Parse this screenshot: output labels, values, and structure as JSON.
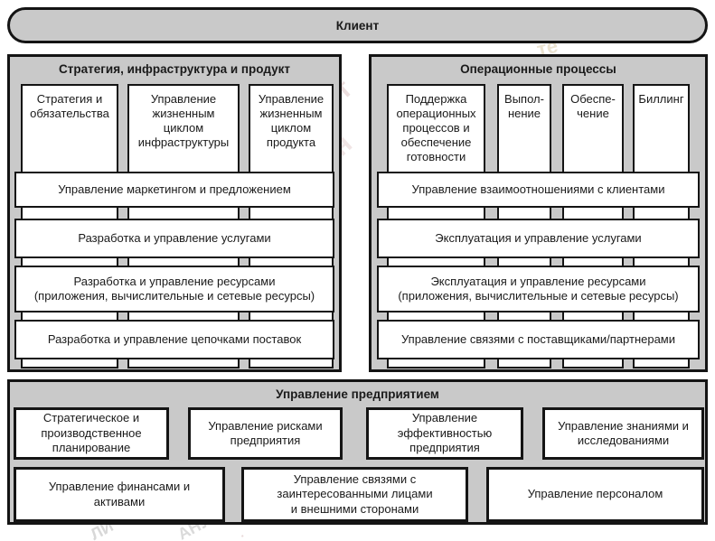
{
  "client_band": {
    "label": "Клиент"
  },
  "sip": {
    "title": "Стратегия, инфраструктура и продукт",
    "columns": [
      "Стратегия и\nобязательства",
      "Управление\nжизненным\nциклом\nинфраструктуры",
      "Управление\nжизненным\nциклом\nпродукта"
    ],
    "bars": [
      "Управление маркетингом и предложением",
      "Разработка и управление услугами",
      "Разработка и управление ресурсами\n(приложения, вычислительные и сетевые ресурсы)",
      "Разработка и управление цепочками поставок"
    ]
  },
  "ops": {
    "title": "Операционные процессы",
    "columns": [
      "Поддержка\nоперационных\nпроцессов и\nобеспечение\nготовности",
      "Выпол-\nнение",
      "Обеспе-\nчение",
      "Биллинг"
    ],
    "bars": [
      "Управление взаимоотношениями с клиентами",
      "Эксплуатация и управление услугами",
      "Эксплуатация и управление ресурсами\n(приложения, вычислительные и сетевые ресурсы)",
      "Управление связями с поставщиками/партнерами"
    ]
  },
  "enterprise": {
    "title": "Управление предприятием",
    "row1": [
      "Стратегическое и\nпроизводственное\nпланирование",
      "Управление рисками\nпредприятия",
      "Управление\nэффективностью\nпредприятия",
      "Управление знаниями и\nисследованиями"
    ],
    "row2": [
      "Управление финансами и\nактивами",
      "Управление связями с\nзаинтересованными лицами\nи внешними сторонами",
      "Управление персоналом"
    ]
  },
  "watermarks": {
    "gap_top": "ст",
    "gap_mid": "ен",
    "top_right": "те",
    "bottom_left": "ЛИ",
    "bottom_mid": "АНУ",
    "bottom_dash": "·"
  },
  "colors": {
    "panel_gray": "#c9c9c9",
    "box_white": "#ffffff",
    "border_black": "#141414",
    "watermark_pink": "#dcc2c2",
    "watermark_tan": "#d9cbaa",
    "watermark_gray": "#b9b9b9"
  }
}
